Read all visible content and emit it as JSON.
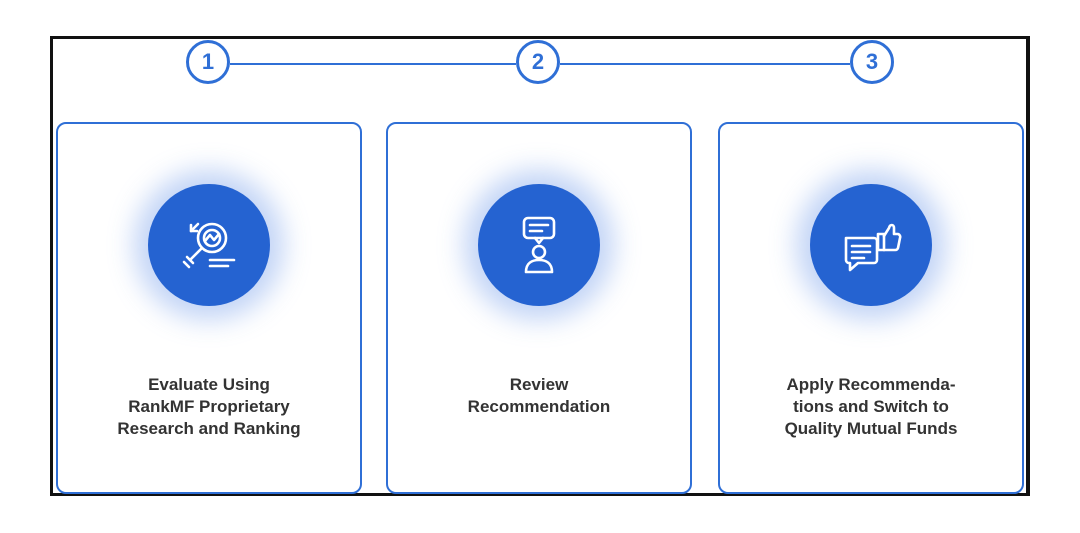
{
  "steps": [
    {
      "number": "1",
      "label": "Evaluate Using\nRankMF Proprietary\nResearch and Ranking",
      "icon": "magnifier-chart-icon"
    },
    {
      "number": "2",
      "label": "Review\nRecommendation",
      "icon": "presenter-message-icon"
    },
    {
      "number": "3",
      "label": "Apply Recommenda-\ntions and Switch to\nQuality Mutual Funds",
      "icon": "chat-thumbs-up-icon"
    }
  ],
  "colors": {
    "accent": "#2f6fd6",
    "icon_fill": "#2563d1",
    "text": "#333333",
    "frame": "#111111"
  }
}
